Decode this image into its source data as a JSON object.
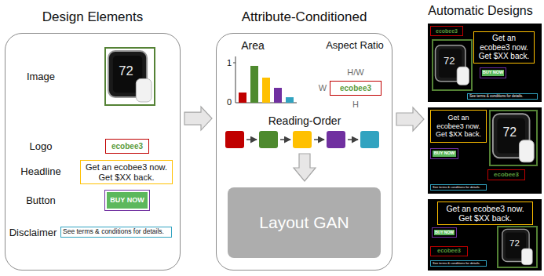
{
  "diagram": {
    "nodes": [
      {
        "text": [
          "Design Elements"
        ]
      },
      {
        "text": [
          "72"
        ],
        "in": 0
      },
      {
        "text": [
          "ecobee3"
        ],
        "in": 0
      },
      {
        "text": [
          "Get an ecobee3 now. Get $XX back."
        ],
        "in": 0
      },
      {
        "text": [
          "BUY NOW"
        ],
        "in": 0
      },
      {
        "text": [
          "See terms & conditions for details."
        ],
        "in": 0
      },
      {
        "text": [
          "Attribute-Conditioned"
        ]
      },
      {
        "text": [
          "ecobee3"
        ],
        "in": 6
      },
      {
        "text": [
          "Layout GAN"
        ],
        "in": 6
      },
      {},
      {
        "text": [
          "72"
        ],
        "in": 9
      },
      {
        "text": [
          "ecobee3"
        ],
        "in": 9
      },
      {
        "text": [
          "Get an ecobee3 now. Get $XX back."
        ],
        "in": 9
      },
      {
        "text": [
          "BUY NOW"
        ],
        "in": 9
      },
      {
        "text": [
          "See terms & conditions for details."
        ],
        "in": 9
      },
      {},
      {
        "text": [
          "72"
        ],
        "in": 15
      },
      {
        "text": [
          "ecobee3"
        ],
        "in": 15
      },
      {
        "text": [
          "Get an ecobee3 now. Get $XX back."
        ],
        "in": 15
      },
      {
        "text": [
          "BUY NOW"
        ],
        "in": 15
      },
      {
        "text": [
          "See terms & conditions for details."
        ],
        "in": 15
      },
      {},
      {
        "text": [
          "72"
        ],
        "in": 21
      },
      {
        "text": [
          "ecobee3"
        ],
        "in": 21
      },
      {
        "text": [
          "Get an ecobee3 now. Get $XX back."
        ],
        "in": 21
      },
      {
        "text": [
          "BUY NOW"
        ],
        "in": 21
      },
      {
        "text": [
          "See terms & conditions for details."
        ],
        "in": 21
      }
    ],
    "edges": [
      {
        "from": 0,
        "to": 6,
        "arrow": "to"
      }
    ],
    "labels": [
      "Automatic Designs",
      "Image",
      "Logo",
      "Headline",
      "Button",
      "Disclaimer",
      "Area",
      "Aspect Ratio",
      "1",
      "0",
      "H/W",
      "W",
      "H",
      "Reading-Order"
    ]
  }
}
